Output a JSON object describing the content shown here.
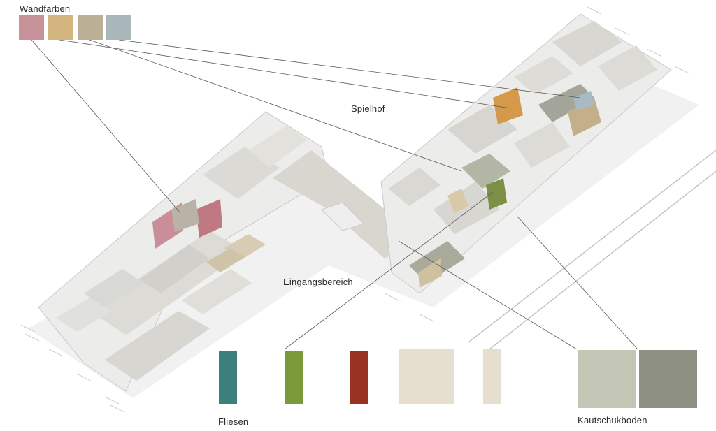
{
  "labels": {
    "wall_colors_title": "Wandfarben",
    "playground": "Spielhof",
    "entrance": "Eingangsbereich",
    "tiles": "Fliesen",
    "rubber_floor": "Kautschukboden"
  },
  "wall_colors": [
    {
      "name": "wall-color-rose",
      "color": "#c7919a"
    },
    {
      "name": "wall-color-ochre",
      "color": "#d2b47e"
    },
    {
      "name": "wall-color-taupe",
      "color": "#bbb095"
    },
    {
      "name": "wall-color-blue-grey",
      "color": "#a9b6ba"
    }
  ],
  "tile_colors": [
    {
      "name": "tile-teal",
      "color": "#3c7f7d"
    },
    {
      "name": "tile-green",
      "color": "#7b9a3a"
    },
    {
      "name": "tile-red",
      "color": "#983322"
    },
    {
      "name": "tile-beige-large",
      "color": "#e6dfd0"
    },
    {
      "name": "tile-beige-narrow",
      "color": "#e6dfd0"
    }
  ],
  "rubber_floor_colors": [
    {
      "name": "rubber-floor-light",
      "color": "#c3c6b5"
    },
    {
      "name": "rubber-floor-dark",
      "color": "#8e9083"
    }
  ]
}
